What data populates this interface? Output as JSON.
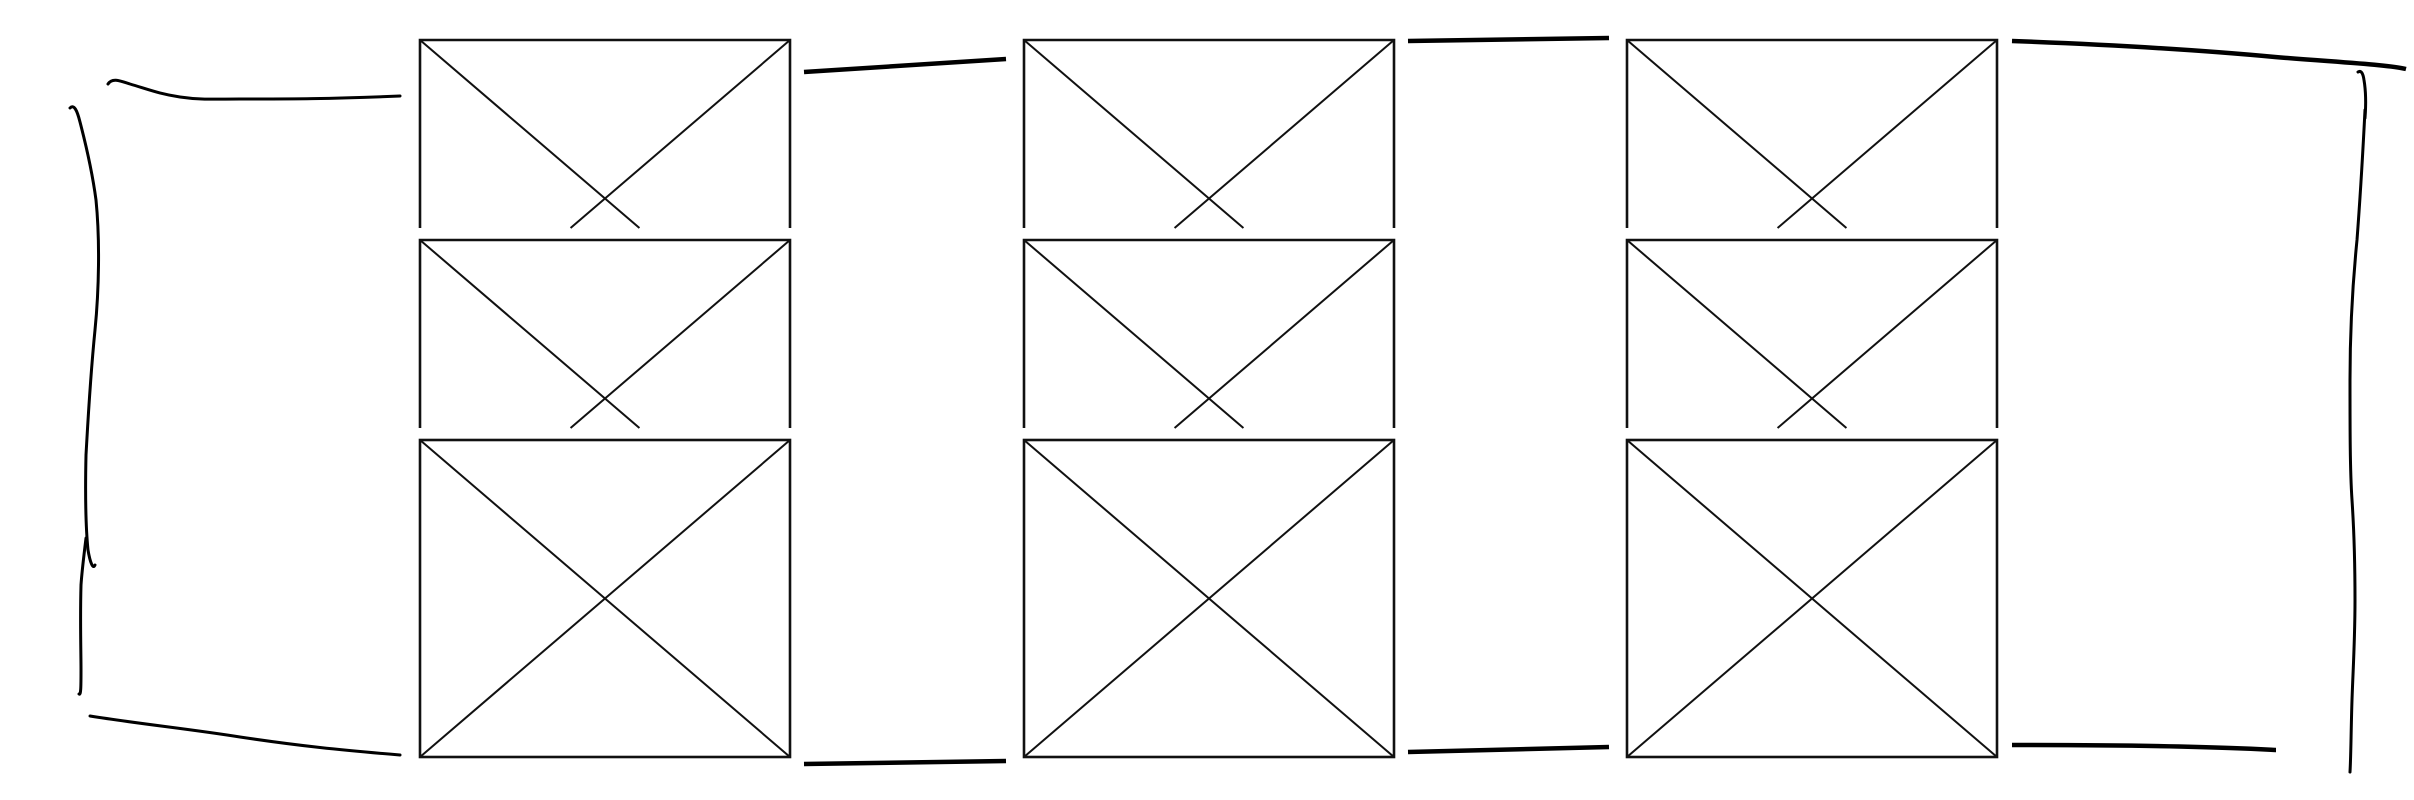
{
  "colors": {
    "background": "#ffffff",
    "stroke": "#111111",
    "sketch": "#000000"
  },
  "wireframe": {
    "columns": 3,
    "rows": [
      "partial-top",
      "partial-middle",
      "full-bottom"
    ],
    "placeholders": [
      {
        "column": 1,
        "row": 1,
        "style": "open-bottom"
      },
      {
        "column": 1,
        "row": 2,
        "style": "open-bottom"
      },
      {
        "column": 1,
        "row": 3,
        "style": "closed"
      },
      {
        "column": 2,
        "row": 1,
        "style": "open-bottom"
      },
      {
        "column": 2,
        "row": 2,
        "style": "open-bottom"
      },
      {
        "column": 2,
        "row": 3,
        "style": "closed"
      },
      {
        "column": 3,
        "row": 1,
        "style": "open-bottom"
      },
      {
        "column": 3,
        "row": 2,
        "style": "open-bottom"
      },
      {
        "column": 3,
        "row": 3,
        "style": "closed"
      }
    ],
    "icons": {
      "placeholder": "image-placeholder-icon",
      "bracket": "hand-drawn-bracket"
    }
  }
}
